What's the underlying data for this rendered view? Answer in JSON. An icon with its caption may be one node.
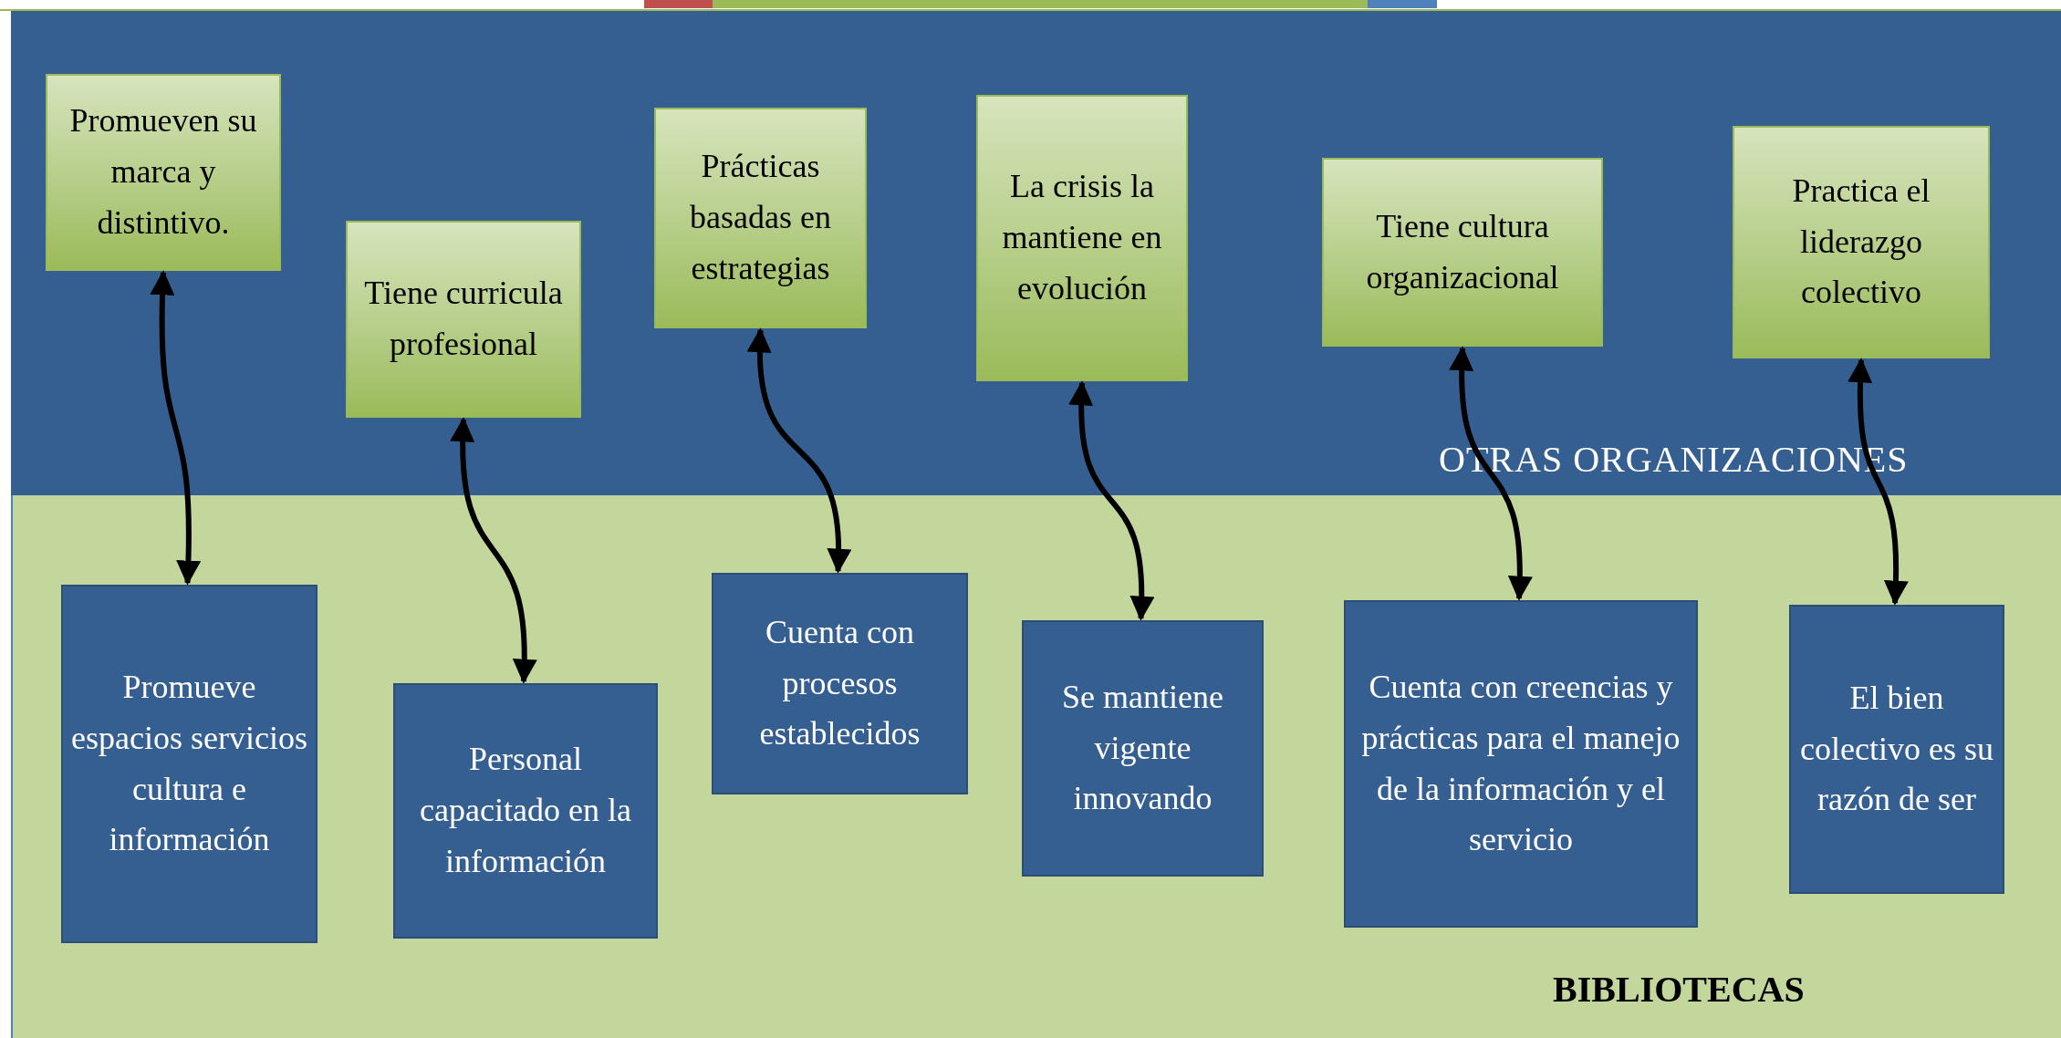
{
  "diagram": {
    "nodes": [
      {
        "text": [
          "OTRAS ORGANIZACIONES"
        ]
      },
      {
        "text": [
          "BIBLIOTECAS"
        ]
      },
      {
        "text": [
          "Promueven su marca y distintivo."
        ],
        "in": 0
      },
      {
        "text": [
          "Tiene curricula profesional"
        ],
        "in": 0
      },
      {
        "text": [
          "Prácticas basadas en estrategias"
        ],
        "in": 0
      },
      {
        "text": [
          "La crisis la mantiene en evolución"
        ],
        "in": 0
      },
      {
        "text": [
          "Tiene cultura organizacional"
        ],
        "in": 0
      },
      {
        "text": [
          "Practica el liderazgo colectivo"
        ],
        "in": 0
      },
      {
        "text": [
          "Promueve espacios servicios cultura e información"
        ],
        "in": 1
      },
      {
        "text": [
          "Personal capacitado en la información"
        ],
        "in": 1
      },
      {
        "text": [
          "Cuenta con procesos establecidos"
        ],
        "in": 1
      },
      {
        "text": [
          "Se mantiene vigente innovando"
        ],
        "in": 1
      },
      {
        "text": [
          "Cuenta con creencias y prácticas para el manejo de la información y el servicio"
        ],
        "in": 1
      },
      {
        "text": [
          "El bien colectivo es su razón de ser"
        ],
        "in": 1
      }
    ],
    "edges": [
      {
        "from": 2,
        "to": 8,
        "arrow": "both"
      },
      {
        "from": 3,
        "to": 9,
        "arrow": "both"
      },
      {
        "from": 4,
        "to": 10,
        "arrow": "both"
      },
      {
        "from": 5,
        "to": 11,
        "arrow": "both"
      },
      {
        "from": 6,
        "to": 12,
        "arrow": "both"
      },
      {
        "from": 7,
        "to": 13,
        "arrow": "both"
      }
    ]
  }
}
